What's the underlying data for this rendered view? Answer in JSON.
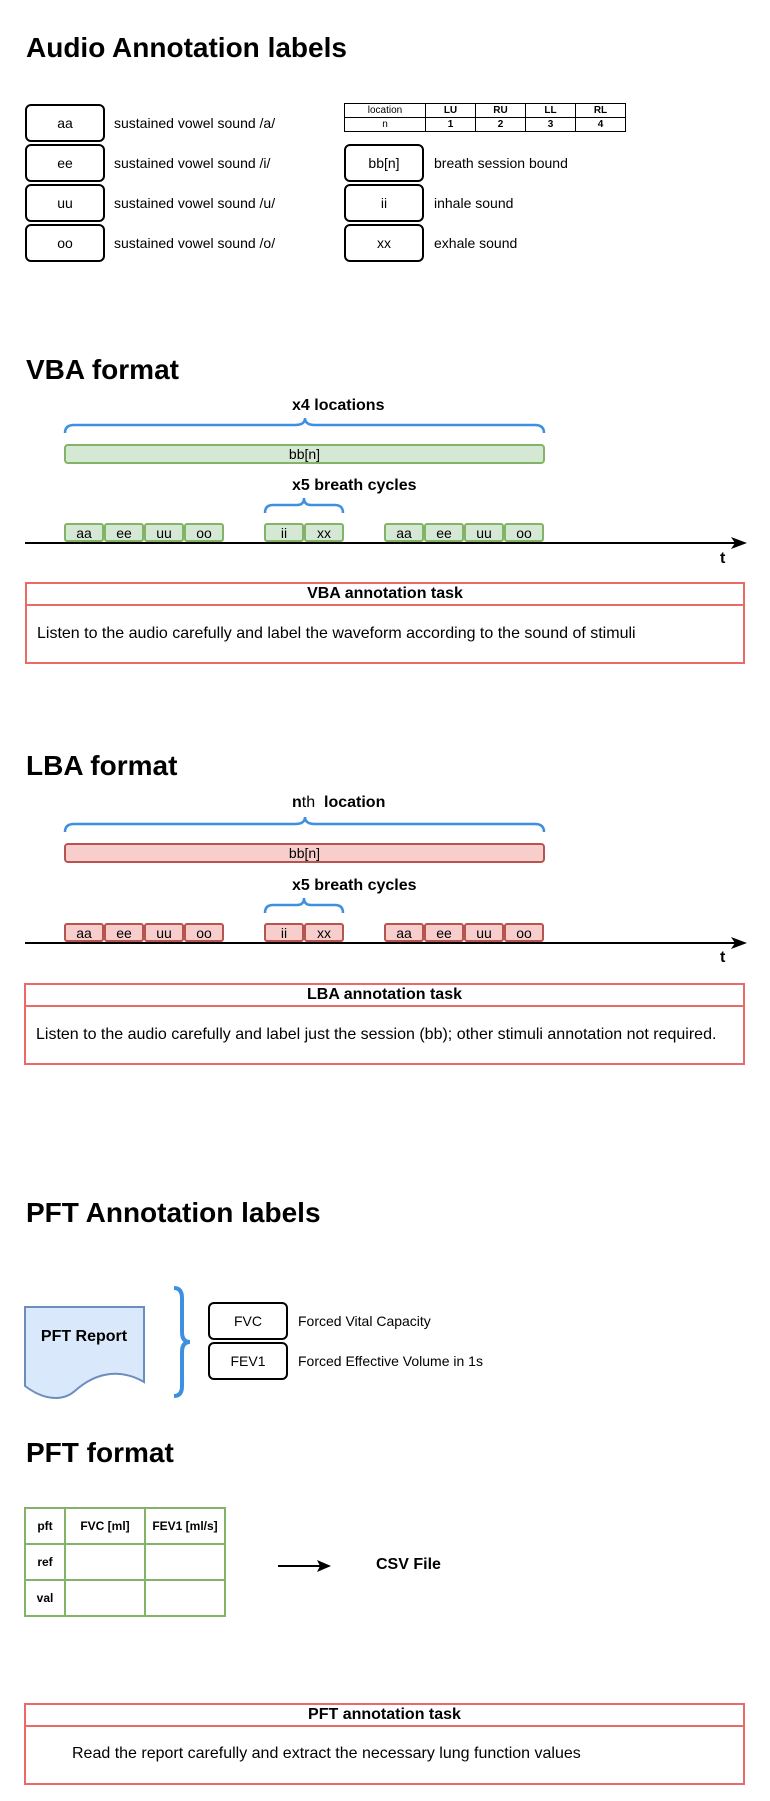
{
  "audio": {
    "title": "Audio Annotation labels",
    "vowels": [
      {
        "code": "aa",
        "desc": "sustained vowel sound /a/"
      },
      {
        "code": "ee",
        "desc": "sustained vowel sound /i/"
      },
      {
        "code": "uu",
        "desc": "sustained vowel sound /u/"
      },
      {
        "code": "oo",
        "desc": "sustained vowel sound /o/"
      }
    ],
    "location_table": {
      "row_labels": [
        "location",
        "n"
      ],
      "locations": [
        "LU",
        "RU",
        "LL",
        "RL"
      ],
      "numbers": [
        "1",
        "2",
        "3",
        "4"
      ]
    },
    "breath": [
      {
        "code": "bb[n]",
        "desc": "breath session bound"
      },
      {
        "code": "ii",
        "desc": "inhale sound"
      },
      {
        "code": "xx",
        "desc": "exhale sound"
      }
    ]
  },
  "vba": {
    "title": "VBA format",
    "top_brace_label": "x4 locations",
    "session_label": "bb[n]",
    "cycles_label": "x5 breath cycles",
    "segments": [
      "aa",
      "ee",
      "uu",
      "oo",
      "ii",
      "xx",
      "aa",
      "ee",
      "uu",
      "oo"
    ],
    "axis_label": "t",
    "task_title": "VBA annotation task",
    "task_text": "Listen to the audio carefully and label the waveform according to the sound of stimuli"
  },
  "lba": {
    "title": "LBA format",
    "top_brace_label_n": "n",
    "top_brace_label_th": "th",
    "top_brace_label_rest": "location",
    "session_label": "bb[n]",
    "cycles_label": "x5 breath cycles",
    "segments": [
      "aa",
      "ee",
      "uu",
      "oo",
      "ii",
      "xx",
      "aa",
      "ee",
      "uu",
      "oo"
    ],
    "axis_label": "t",
    "task_title": "LBA annotation task",
    "task_text": "Listen to the audio carefully and label just the session (bb); other stimuli annotation not required."
  },
  "pft_labels": {
    "title": "PFT Annotation labels",
    "report_label": "PFT Report",
    "items": [
      {
        "code": "FVC",
        "desc": "Forced Vital Capacity"
      },
      {
        "code": "FEV1",
        "desc": "Forced Effective Volume in 1s"
      }
    ]
  },
  "pft_format": {
    "title": "PFT format",
    "table": {
      "header": [
        "pft",
        "FVC [ml]",
        "FEV1 [ml/s]"
      ],
      "rows": [
        [
          "ref",
          "",
          ""
        ],
        [
          "val",
          "",
          ""
        ]
      ]
    },
    "output_label": "CSV File"
  },
  "pft_task": {
    "task_title": "PFT annotation task",
    "task_text": "Read the report carefully and extract the necessary lung function values"
  },
  "colors": {
    "brace_blue": "#3d8fe0",
    "green_fill": "#d5e8d4",
    "green_border": "#82b366",
    "red_fill": "#f8cecc",
    "red_border": "#b85450",
    "task_border": "#ea6b66",
    "report_fill": "#dae8fc",
    "report_border": "#6c8ebf"
  }
}
